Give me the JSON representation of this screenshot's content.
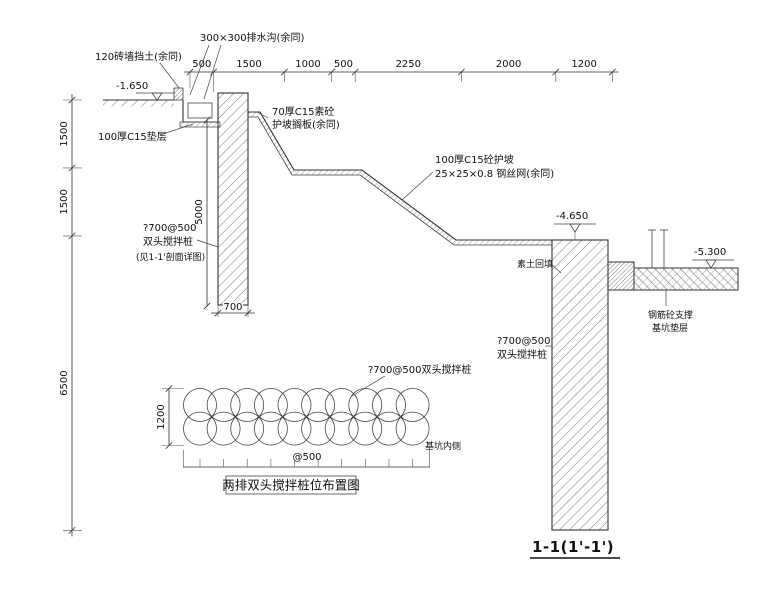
{
  "drawing": {
    "plan_title": "两排双头搅拌桩位布置图",
    "section_title": "1-1(1'-1')"
  },
  "colors": {
    "line": "#333333",
    "text": "#111111",
    "background": "#ffffff"
  },
  "dims": {
    "top": [
      "500",
      "1500",
      "1000",
      "500",
      "2250",
      "2000",
      "1200"
    ],
    "left": [
      "1500",
      "1500",
      "6500"
    ],
    "wall_height": "5000",
    "wall_width": "700",
    "plan_row_height": "1200",
    "plan_spacing": "@500"
  },
  "labels": {
    "drain": "300×300排水沟(余同)",
    "brick_wall": "120砖墙挡土(余同)",
    "elev_ground": "-1.650",
    "cushion_left": "100厚C15垫层",
    "slope_upper_1": "70厚C15素砼",
    "slope_upper_2": "护坡搁板(余同)",
    "slope_main_1": "100厚C15砼护坡",
    "slope_main_2": "25×25×0.8 钢丝网(余同)",
    "pile_left_1": "?700@500",
    "pile_left_2": "双头搅拌桩",
    "pile_left_3": "(见1-1'剖面详图)",
    "elev_pit": "-4.650",
    "elev_slab": "-5.300",
    "backfill": "素土回填",
    "strut": "钢筋砼支撑",
    "pit_cushion": "基坑垫层",
    "pile_right_1": "?700@500",
    "pile_right_2": "双头搅拌桩",
    "plan_pile": "?700@500双头搅拌桩",
    "plan_inside": "基坑内侧"
  }
}
